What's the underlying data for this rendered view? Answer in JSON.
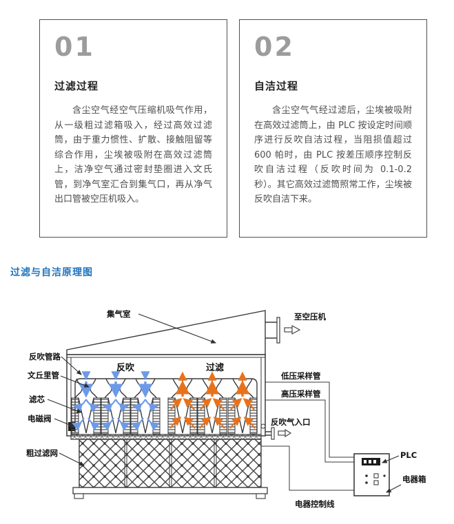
{
  "cards": [
    {
      "number": "01",
      "title": "过滤过程",
      "body": "含尘空气经空气压缩机吸气作用，从一级粗过滤箱吸入，经过高效过滤筒，由于重力惯性、扩散、接触阻留等综合作用，尘埃被吸附在高效过滤筒上，洁净空气通过密封垫圈进入文氏管，到净气室汇合到集气口，再从净气出口管被空压机吸入。"
    },
    {
      "number": "02",
      "title": "自洁过程",
      "body": "含尘空气气经过滤后，尘埃被吸附在高效过滤筒上，由 PLC 按设定时间顺序进行反吹自洁过程，当阻损值超过 600 帕时，由 PLC 按差压顺序控制反吹自洁过程（反吹时间为 0.1-0.2 秒）。其它高效过滤筒照常工作，尘埃被反吹自洁下来。"
    }
  ],
  "section_title": "过滤与自洁原理图",
  "diagram": {
    "labels": {
      "collection_chamber": "集气室",
      "to_compressor": "至空压机",
      "backblow_pipeline": "反吹管路",
      "venturi_tube": "文丘里管",
      "filter_element": "滤芯",
      "solenoid_valve": "电磁阀",
      "coarse_filter_mesh": "粗过滤网",
      "backblow_zone": "反吹",
      "filter_zone": "过滤",
      "low_pressure_sampling": "低压采样管",
      "high_pressure_sampling": "高压采样管",
      "backblow_inlet": "反吹气入口",
      "plc": "PLC",
      "electrical_box": "电器箱",
      "control_line": "电器控制线"
    },
    "colors": {
      "backblow_arrow": "#6d9ae8",
      "filter_arrow": "#e8721c",
      "line": "#3a3a3a",
      "section_title_blue": "#1e73be",
      "number_gray": "#9c9c9c"
    }
  }
}
